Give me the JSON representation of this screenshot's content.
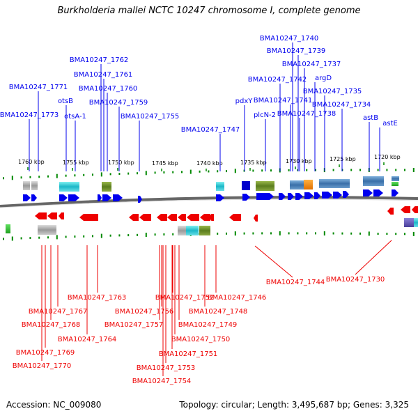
{
  "title": "Burkholderia mallei NCTC 10247 chromosome I, complete genome",
  "footer": {
    "accession": "Accession: NC_009080",
    "topology": "Topology: circular; Length: 3,495,687 bp; Genes: 3,325"
  },
  "colors": {
    "forward": "#0000ee",
    "reverse": "#ee0000",
    "ticks": "#008800",
    "backbone": "#666666"
  },
  "scale_ticks": [
    "1760 kbp",
    "1755 kbp",
    "1750 kbp",
    "1745 kbp",
    "1740 kbp",
    "1735 kbp",
    "1730 kbp",
    "1725 kbp",
    "1720 kbp"
  ],
  "forward_labels": [
    "BMA10247_1740",
    "BMA10247_1739",
    "BMA10247_1762",
    "BMA10247_1737",
    "BMA10247_1761",
    "BMA10247_1742",
    "argD",
    "BMA10247_1771",
    "BMA10247_1760",
    "BMA10247_1735",
    "otsB",
    "BMA10247_1741",
    "BMA10247_1759",
    "pdxY",
    "BMA10247_1734",
    "BMA10247_1773",
    "otsA-1",
    "BMA10247_1755",
    "plcN-2",
    "BMA10247_1738",
    "astB",
    "astE",
    "BMA10247_1747"
  ],
  "reverse_labels": [
    "BMA10247_1744",
    "BMA10247_1730",
    "BMA10247_1763",
    "BMA10247_1752",
    "BMA10247_1746",
    "BMA10247_1767",
    "BMA10247_1756",
    "BMA10247_1748",
    "BMA10247_1768",
    "BMA10247_1757",
    "BMA10247_1749",
    "BMA10247_1764",
    "BMA10247_1750",
    "BMA10247_1769",
    "BMA10247_1751",
    "BMA10247_1770",
    "BMA10247_1753",
    "BMA10247_1754"
  ]
}
